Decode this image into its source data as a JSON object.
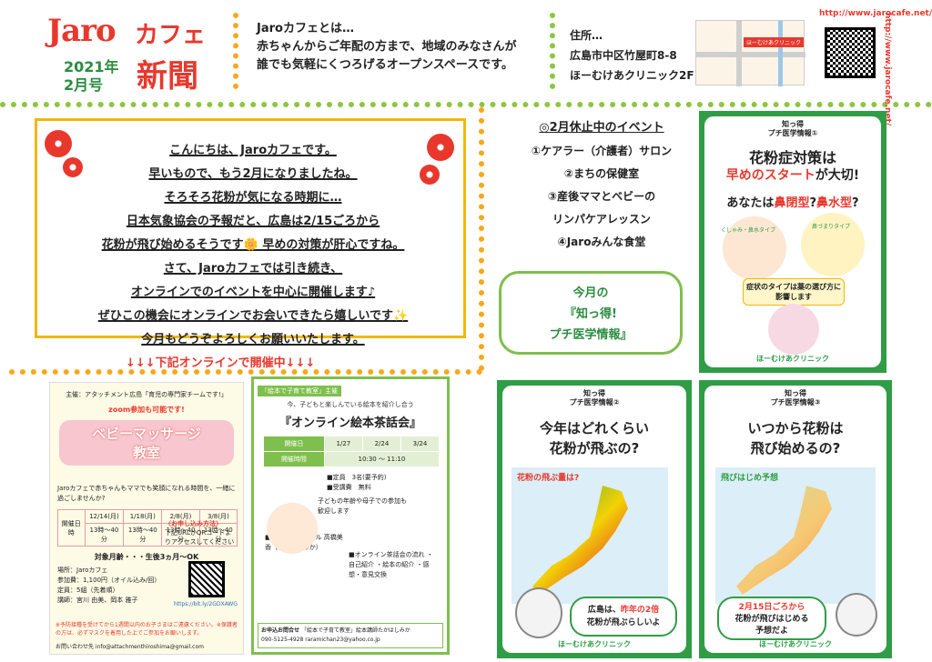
{
  "header": {
    "logo_jaro": "Jaro",
    "logo_cafe": "カフェ",
    "issue_year": "2021年",
    "issue_month": "2月号",
    "logo_news": "新聞",
    "intro_lines": [
      "Jaroカフェとは…",
      "赤ちゃんからご年配の方まで、地域のみなさんが",
      "誰でも気軽にくつろげるオープンスペースです。"
    ],
    "address_label": "住所…",
    "address_lines": [
      "広島市中区竹屋町8-8",
      "ほーむけあクリニック2F"
    ],
    "map_pin": "ほーむけあクリニック",
    "url": "http://www.jarocafe.net/",
    "url_vertical": "http://www.jarocafe.net/"
  },
  "greeting": {
    "lines": [
      "こんにちは、Jaroカフェです。",
      "早いもので、もう2月になりましたね。",
      "そろそろ花粉が気になる時期に…",
      "日本気象協会の予報だと、広島は2/15ごろから",
      "花粉が飛び始めるそうです🌼 早めの対策が肝心ですね。",
      "さて、Jaroカフェでは引き続き、",
      "オンラインでのイベントを中心に開催します♪",
      "ぜひこの機会にオンラインでお会いできたら嬉しいです✨",
      "今月もどうぞよろしくお願いいたします。"
    ]
  },
  "online_title": "↓↓↓下記オンラインで開催中↓↓↓",
  "poster_massage": {
    "head": "主催：アタッチメント広島「育児の専門家チームです!」",
    "zoom": "zoom参加も可能です!",
    "title_1": "ベビーマッサージ",
    "title_2": "教室",
    "lead": "Jaroカフェで赤ちゃんもママでも笑顔になれる時間を、一緒に過ごしませんか?",
    "table_head": "開催日時",
    "dates": [
      "12/14(月)",
      "1/18(月)",
      "2/8(月)",
      "3/8(月)"
    ],
    "times": [
      "13時〜40分",
      "13時〜40分",
      "13時〜40分",
      "13時〜40分"
    ],
    "target": "対象月齢・・・生後3ヵ月〜OK",
    "place": "場所：Jaroカフェ",
    "fee": "参加費：1,100円（オイル込み/回）",
    "capacity": "定員：5組（先着順）",
    "instructor": "講師：宮川 由美、岡本 雅子",
    "apply_title": "〈お申し込み方法〉",
    "apply_text": "下記URLかQRコードよりアクセスしてください",
    "link": "https://bit.ly/2GDXAWG",
    "notes": "※予防接種を受けてから1週間以内のお子さまはご遠慮ください。※保護者の方は、必ずマスクを着用した上でご参加をお願いします。",
    "contact": "お問い合わせ先 info@attachmenthiroshima@gmail.com"
  },
  "poster_ehon": {
    "tag": "「絵本で子育て教室」主催",
    "sub": "今、子どもと楽しんでいる絵本を紹介し合う",
    "title": "『オンライン絵本茶話会』",
    "col_head": "開催日",
    "dates": [
      "1/27",
      "2/24",
      "3/24"
    ],
    "time_head": "開催時間",
    "time": "10:30 〜 11:10",
    "capacity": "■定員　3名(要予約)",
    "fee": "■受講費　無料",
    "note": "子どもの年齢や母子での参加も歓迎します",
    "profile": "■講師プロフィール 高橋美香（たかはしみか）",
    "contents": "■オンライン茶話会の流れ ・自己紹介 ・絵本の紹介 ・感想・意見交換",
    "foot_label": "お申込お問合せ",
    "foot_name": "「絵本で子育て教室」絵本講師たかはしみか",
    "foot_tel": "090-5125-4928",
    "foot_mail": "raramichan23@yahoo.co.jp"
  },
  "events": {
    "title": "◎2月休止中のイベント",
    "items": [
      "①ケアラー（介護者）サロン",
      "②まちの保健室",
      "③産後ママとベビーの",
      "リンパケアレッスン",
      "④Jaroみんな食堂"
    ]
  },
  "bubble": {
    "lines": [
      "今月の",
      "『知っ得!",
      "プチ医学情報』"
    ]
  },
  "card1": {
    "badge": "知っ得\nプチ医学情報①",
    "head_1": "花粉症対策は",
    "head_2a": "早めのスタート",
    "head_2b": "が大切!",
    "q_a": "あなたは",
    "q_b": "鼻閉型",
    "q_c": "?",
    "q_d": "鼻水型",
    "q_e": "?",
    "type_1": "くしゃみ・鼻水タイプ",
    "type_2": "鼻づまりタイプ",
    "memo": "症状のタイプは薬の選び方に影響します",
    "foot": "ほーむけあクリニック"
  },
  "card2": {
    "badge": "知っ得\nプチ医学情報②",
    "head_1": "今年はどれくらい",
    "head_2": "花粉が飛ぶの?",
    "map_title": "花粉の飛ぶ量は?",
    "bubble_a": "広島は、",
    "bubble_b": "昨年の2倍",
    "bubble_c": "花粉が飛ぶらしいよ",
    "foot": "ほーむけあクリニック"
  },
  "card3": {
    "badge": "知っ得\nプチ医学情報③",
    "head_1": "いつから花粉は",
    "head_2": "飛び始めるの?",
    "map_title": "飛びはじめ予想",
    "bubble_a": "2月15日ごろから",
    "bubble_b": "花粉が飛びはじめる",
    "bubble_c": "予想だよ",
    "foot": "ほーむけあクリニック"
  },
  "colors": {
    "red": "#e8382d",
    "green": "#2f9d46",
    "yellow": "#f2b705",
    "orange": "#f7a81b",
    "lightgreen": "#8cc63f"
  }
}
